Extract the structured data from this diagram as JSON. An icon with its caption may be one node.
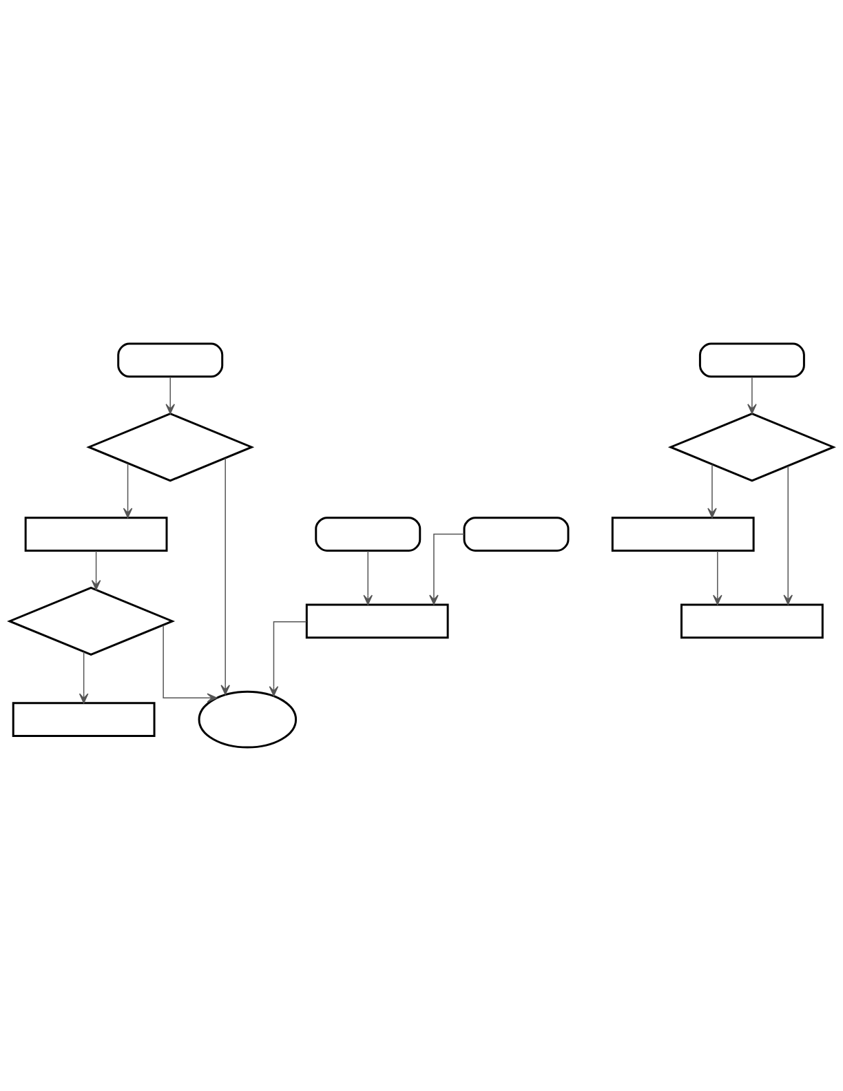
{
  "diagram": {
    "nodes": [
      {
        "text": [],
        "shape": "box"
      },
      {
        "text": [],
        "shape": "box"
      },
      {
        "text": [],
        "shape": "box"
      },
      {
        "text": [],
        "shape": "diamond"
      },
      {
        "text": [],
        "shape": "box"
      },
      {
        "text": [],
        "shape": "box"
      },
      {
        "text": [],
        "shape": "diamond"
      },
      {
        "text": [],
        "shape": "box"
      },
      {
        "text": [],
        "shape": "ellipse"
      },
      {
        "text": [],
        "shape": "box"
      },
      {
        "text": [],
        "shape": "diamond"
      },
      {
        "text": [],
        "shape": "box"
      },
      {
        "text": [],
        "shape": "box"
      }
    ],
    "edges": [
      {
        "from": 0,
        "to": 3,
        "arrow": "to"
      },
      {
        "from": 3,
        "to": 5,
        "arrow": "to"
      },
      {
        "from": 3,
        "to": 8,
        "arrow": "to"
      },
      {
        "from": 5,
        "to": 6,
        "arrow": "to"
      },
      {
        "from": 6,
        "to": 7,
        "arrow": "to"
      },
      {
        "from": 6,
        "to": 8,
        "arrow": "to"
      },
      {
        "from": 1,
        "to": 4,
        "arrow": "to"
      },
      {
        "from": 2,
        "to": 4,
        "arrow": "to"
      },
      {
        "from": 4,
        "to": 8,
        "arrow": "to"
      },
      {
        "from": 9,
        "to": 10,
        "arrow": "to"
      },
      {
        "from": 10,
        "to": 11,
        "arrow": "to"
      },
      {
        "from": 10,
        "to": 12,
        "arrow": "to"
      },
      {
        "from": 11,
        "to": 12,
        "arrow": "to"
      }
    ]
  }
}
